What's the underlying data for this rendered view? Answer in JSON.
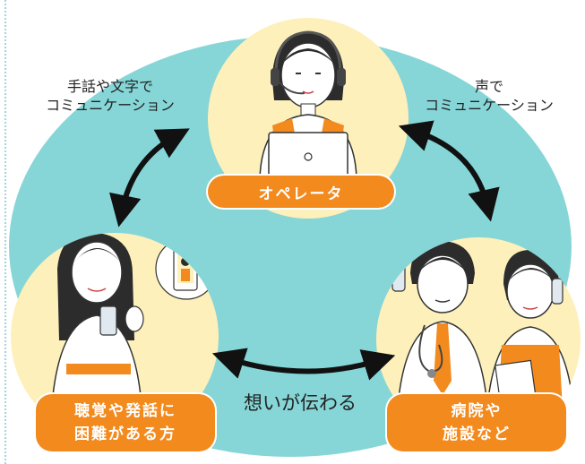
{
  "captions": {
    "left": "手話や文字で\nコミュニケーション",
    "right": "声で\nコミュニケーション",
    "bottom": "想いが伝わる"
  },
  "labels": {
    "operator": "オペレータ",
    "user": "聴覚や発話に\n困難がある方",
    "hospital": "病院や\n施設など"
  },
  "colors": {
    "background_blob": "#86d6d8",
    "circle_fill": "#fdf0bb",
    "accent_orange": "#f28a1e",
    "arrow": "#111111"
  }
}
